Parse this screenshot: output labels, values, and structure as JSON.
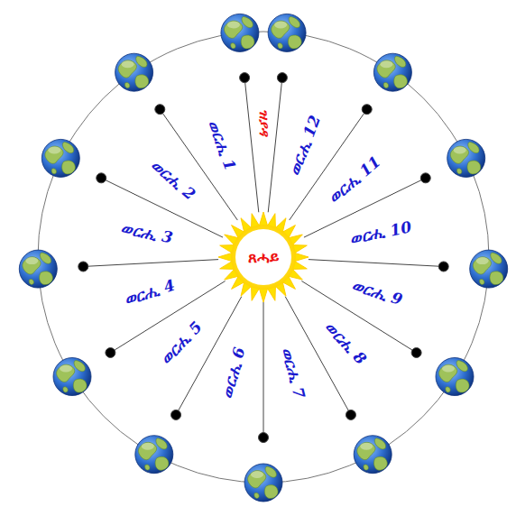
{
  "diagram": {
    "nodes": [
      {
        "text": [
          "ጸሓይ"
        ]
      }
    ],
    "labels": [
      "ወርሒ 1",
      "ወርሒ 2",
      "ወርሒ 3",
      "ወርሒ 4",
      "ወርሒ 5",
      "ወርሒ 6",
      "ወርሒ 7",
      "ወርሒ 8",
      "ወርሒ 9",
      "ወርሒ 10",
      "ወርሒ 11",
      "ወርሒ 12",
      "ዝያዳ"
    ]
  }
}
